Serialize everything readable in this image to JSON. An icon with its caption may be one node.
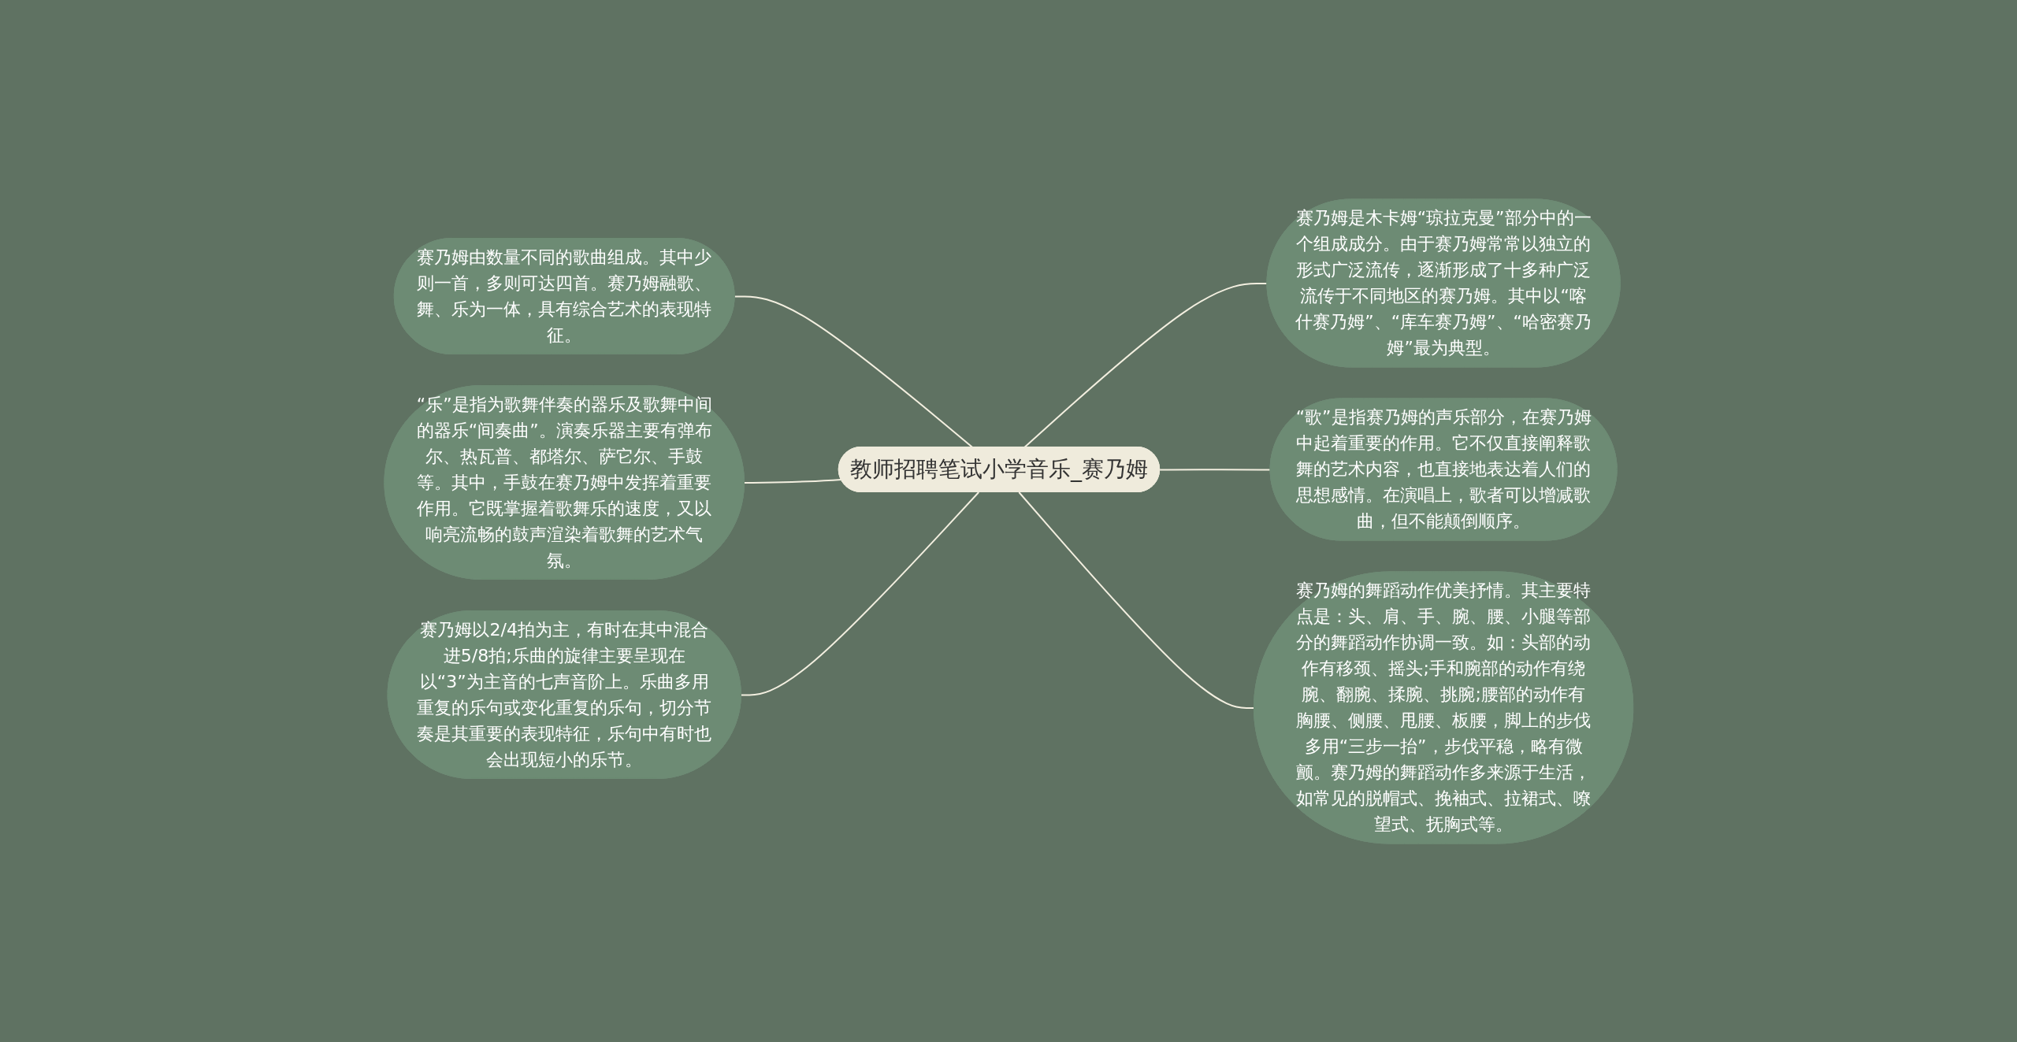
{
  "diagram": {
    "nodes": [
      {
        "text": [
          "教师招聘笔试小学音乐_赛乃姆"
        ]
      },
      {
        "text": [
          "赛乃姆由数量不同的歌曲组成。其中少则一首，多则可达四首。赛乃姆融歌、舞、乐为一体，具有综合艺术的表现特征。"
        ]
      },
      {
        "text": [
          "“乐”是指为歌舞伴奏的器乐及歌舞中间的器乐“间奏曲”。演奏乐器主要有弹布尔、热瓦普、都塔尔、萨它尔、手鼓等。其中，手鼓在赛乃姆中发挥着重要作用。它既掌握着歌舞乐的速度，又以响亮流畅的鼓声渲染着歌舞的艺术气氛。"
        ]
      },
      {
        "text": [
          "赛乃姆以2/4拍为主，有时在其中混合进5/8拍;乐曲的旋律主要呈现在以“3”为主音的七声音阶上。乐曲多用重复的乐句或变化重复的乐句，切分节奏是其重要的表现特征，乐句中有时也会出现短小的乐节。"
        ]
      },
      {
        "text": [
          "赛乃姆是木卡姆“琼拉克曼”部分中的一个组成成分。由于赛乃姆常常以独立的形式广泛流传，逐渐形成了十多种广泛流传于不同地区的赛乃姆。其中以“喀什赛乃姆”、“库车赛乃姆”、“哈密赛乃姆”最为典型。"
        ]
      },
      {
        "text": [
          "“歌”是指赛乃姆的声乐部分，在赛乃姆中起着重要的作用。它不仅直接阐释歌舞的艺术内容，也直接地表达着人们的思想感情。在演唱上，歌者可以增减歌曲，但不能颠倒顺序。"
        ]
      },
      {
        "text": [
          "赛乃姆的舞蹈动作优美抒情。其主要特点是：头、肩、手、腕、腰、小腿等部分的舞蹈动作协调一致。如：头部的动作有移颈、摇头;手和腕部的动作有绕腕、翻腕、揉腕、挑腕;腰部的动作有胸腰、侧腰、甩腰、板腰，脚上的步伐多用“三步一抬”，步伐平稳，略有微颤。赛乃姆的舞蹈动作多来源于生活，如常见的脱帽式、挽袖式、拉裙式、嘹望式、抚胸式等。"
        ]
      }
    ],
    "edges": [
      {
        "from": 1,
        "to": 0,
        "arrow": "none"
      },
      {
        "from": 2,
        "to": 0,
        "arrow": "none"
      },
      {
        "from": 3,
        "to": 0,
        "arrow": "none"
      },
      {
        "from": 0,
        "to": 4,
        "arrow": "none"
      },
      {
        "from": 0,
        "to": 5,
        "arrow": "none"
      },
      {
        "from": 0,
        "to": 6,
        "arrow": "none"
      }
    ]
  }
}
